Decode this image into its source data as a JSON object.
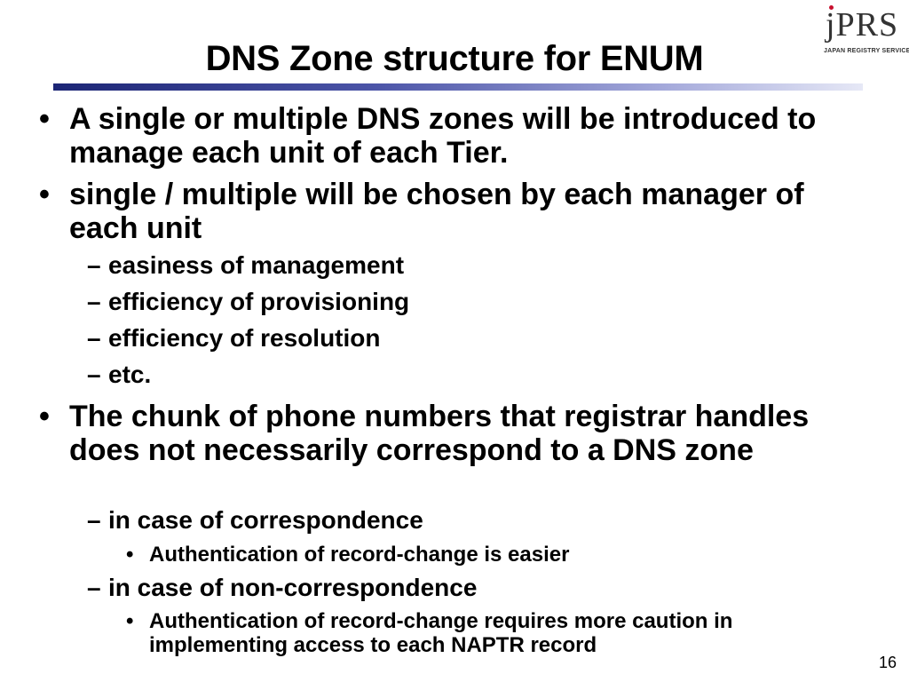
{
  "slide": {
    "title": "DNS Zone structure for ENUM",
    "logo": {
      "text": "jPRS",
      "subtext": "JAPAN REGISTRY SERVICE"
    },
    "page_number": "16",
    "bullets": [
      {
        "marker": "•",
        "text": "A single or multiple DNS zones will be introduced to manage each unit of each Tier."
      },
      {
        "marker": "•",
        "text": "single / multiple will be chosen by each manager of each unit"
      },
      {
        "marker": "–",
        "text": "easiness of management"
      },
      {
        "marker": "–",
        "text": "efficiency of provisioning"
      },
      {
        "marker": "–",
        "text": "efficiency of resolution"
      },
      {
        "marker": "–",
        "text": "etc."
      },
      {
        "marker": "•",
        "text": "The chunk of phone numbers that registrar handles does not necessarily correspond to a DNS zone"
      },
      {
        "marker": "–",
        "text": "in case of correspondence"
      },
      {
        "marker": "•",
        "text": "Authentication of record-change is easier"
      },
      {
        "marker": "–",
        "text": "in case of  non-correspondence"
      },
      {
        "marker": "•",
        "text": "Authentication of record-change requires more caution in implementing access to each NAPTR record"
      }
    ]
  }
}
